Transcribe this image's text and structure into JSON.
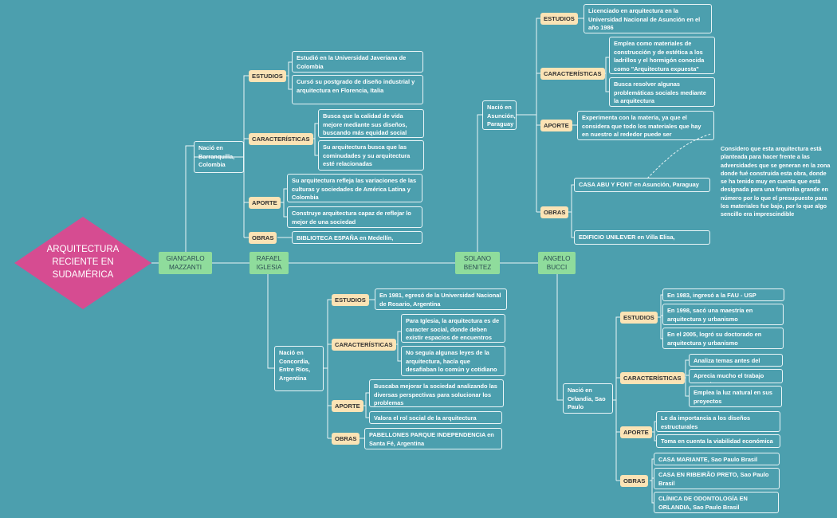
{
  "root": {
    "title": "ARQUITECTURA RECIENTE EN SUDAMÉRICA",
    "color": "#d64c91"
  },
  "colors": {
    "background": "#4c9fae",
    "line": "#eaf5f7",
    "person": "#8fdc9c",
    "category": "#fbe3b5"
  },
  "people": {
    "mazzanti": {
      "name": "GIANCARLO MAZZANTI",
      "birth": "Nació en Barranquilla, Colombia",
      "estudios_label": "ESTUDIOS",
      "estudios": [
        "Estudió en la Universidad Javeriana de Colombia",
        "Cursó su postgrado de diseño industrial y arquitectura en Florencia, Italia"
      ],
      "caracteristicas_label": "CARACTERÍSTICAS",
      "caracteristicas": [
        "Busca que la calidad de vida mejore mediante sus diseños, buscando más equidad social",
        "Su arquitectura busca que las cominudades y su arquitectura esté relacionadas"
      ],
      "aporte_label": "APORTE",
      "aporte": [
        "Su arquitectura refleja las variaciones de las culturas y sociedades de América Latina y Colombia",
        "Construye arquitectura capaz de reflejar lo mejor de una sociedad"
      ],
      "obras_label": "OBRAS",
      "obras": [
        "BIBLIOTECA ESPAÑA en Medellín, Colombia"
      ]
    },
    "iglesia": {
      "name": "RAFAEL IGLESIA",
      "birth": "Nació en Concordia, Entre Ríos, Argentina",
      "estudios_label": "ESTUDIOS",
      "estudios": [
        "En 1981, egresó de la Universidad Nacional de Rosario, Argentina"
      ],
      "caracteristicas_label": "CARACTERÍSTICAS",
      "caracteristicas": [
        "Para Iglesia, la arquitectura es de caracter social, donde deben existir espacios de encuentros",
        "No seguía algunas leyes de la arquitectura, hacía que desafiaban lo común y cotidiano"
      ],
      "aporte_label": "APORTE",
      "aporte": [
        "Buscaba mejorar la sociedad analizando las diversas perspectivas para solucionar los problemas",
        "Valora el rol social de la arquitectura"
      ],
      "obras_label": "OBRAS",
      "obras": [
        "PABELLONES PARQUE INDEPENDENCIA en Santa Fé, Argentina"
      ]
    },
    "benitez": {
      "name": "SOLANO BENITEZ",
      "birth": "Nació en Asunción, Paraguay",
      "estudios_label": "ESTUDIOS",
      "estudios": [
        "Licenciado en arquitectura en la Universidad Nacional de Asunción en el año 1986"
      ],
      "caracteristicas_label": "CARACTERÍSTICAS",
      "caracteristicas": [
        "Emplea como materiales de construcción y de estética a los ladrillos y el hormigón conocida como \"Arquitectura expuesta\"",
        "Busca resolver algunas problemáticas sociales mediante la arquitectura"
      ],
      "aporte_label": "APORTE",
      "aporte": [
        "Experimenta con la materia, ya que el considera que todo los materiales que hay en nuestro al rededor puede ser transformado"
      ],
      "obras_label": "OBRAS",
      "obras": [
        "CASA ABU Y FONT en Asunción, Paraguay",
        "EDIFICIO UNILEVER en Villa Elisa, Pparaguay"
      ],
      "note": "Considero que esta arquitectura está planteada para hacer frente a las adversidades que se generan en la zona donde fué construida esta obra, donde se ha tenido muy en cuenta que está designada para una famimlia grande en número por lo que el presupuesto para los materiales fue bajo, por lo que algo sencillo era imprescindible"
    },
    "bucci": {
      "name": "ANGELO BUCCI",
      "birth": "Nació en Orlandia, Sao Paulo",
      "estudios_label": "ESTUDIOS",
      "estudios": [
        "En 1983, ingresó a la FAU - USP",
        "En 1998, sacó una maestría en arquitectura y urbanismo",
        "En el 2005, logró su doctorado en arquitectura y urbanismo"
      ],
      "caracteristicas_label": "CARACTERÍSTICAS",
      "caracteristicas": [
        "Analiza temas antes del diseño",
        "Aprecia mucho el trabajo grupal",
        "Emplea la luz natural en sus proyectos"
      ],
      "aporte_label": "APORTE",
      "aporte": [
        "Le da importancia a los diseños estructurales",
        "Toma en cuenta la viabilidad económica"
      ],
      "obras_label": "OBRAS",
      "obras": [
        "CASA MARIANTE, Sao Paulo Brasil",
        "CASA EN RIBEIRÃO PRETO, Sao Paulo Brasil",
        "CLÍNICA DE ODONTOLOGÍA EN ORLANDIA, Sao Paulo Brasil"
      ]
    }
  }
}
